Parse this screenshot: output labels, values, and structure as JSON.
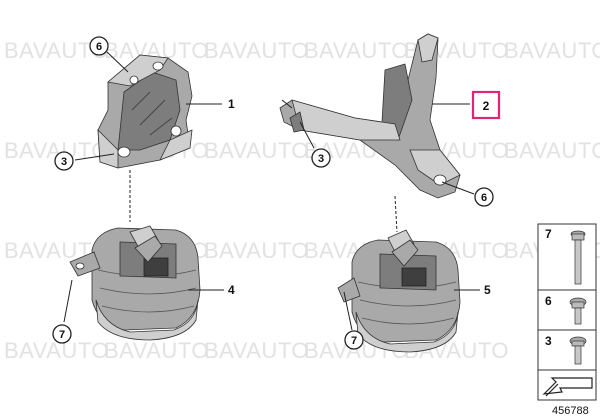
{
  "watermark": "BAVAUTO",
  "callouts": {
    "c6_top": "6",
    "c3_left": "3",
    "c1": "1",
    "c4": "4",
    "c7_left": "7",
    "c3_mid": "3",
    "c2": "2",
    "c6_right": "6",
    "c5": "5",
    "c7_right": "7"
  },
  "legend": {
    "items": [
      "7",
      "6",
      "3"
    ]
  },
  "diagram_number": "456788",
  "colors": {
    "highlight": "#e0247a",
    "watermark": "#e2e2e2"
  }
}
